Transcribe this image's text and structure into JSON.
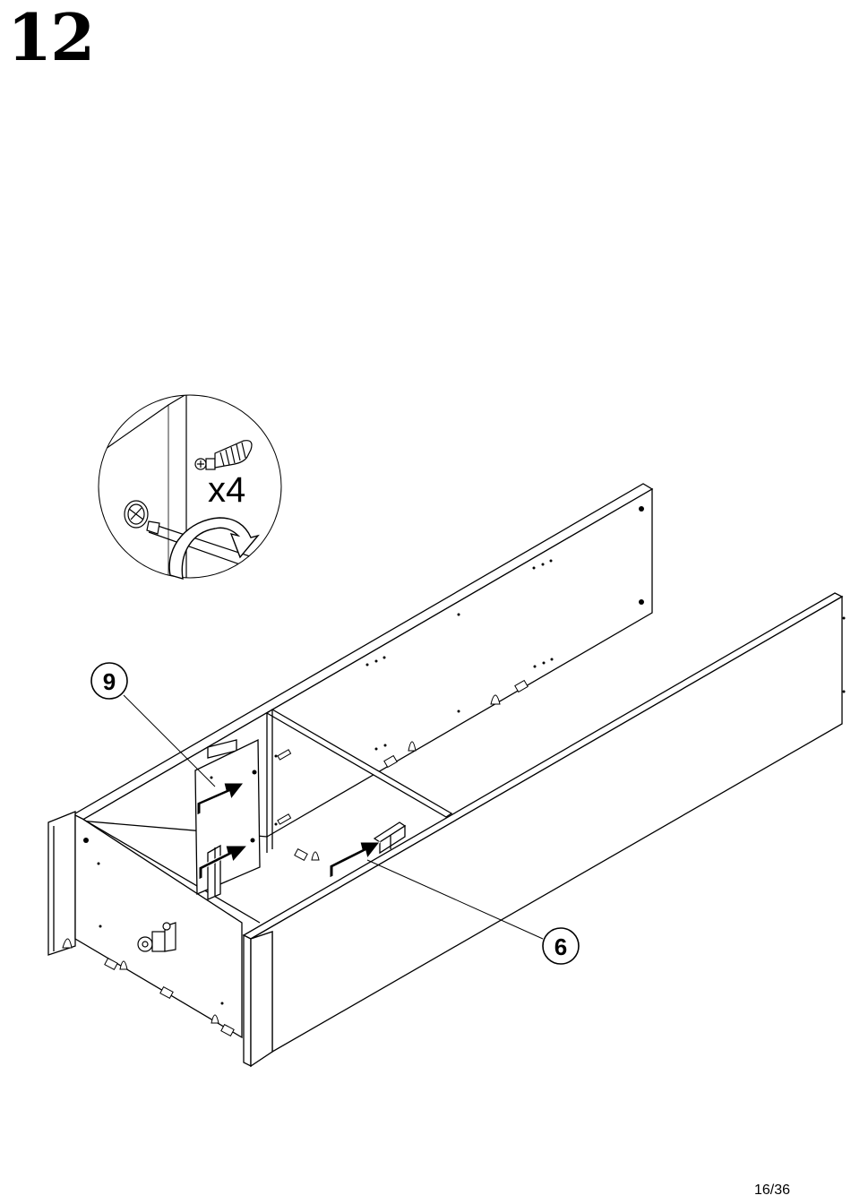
{
  "step": {
    "number": "12"
  },
  "detail": {
    "quantity": "x4"
  },
  "callouts": [
    {
      "label": "9"
    },
    {
      "label": "6"
    }
  ],
  "footer": {
    "page": "16/36"
  },
  "colors": {
    "line": "#000000",
    "background": "#ffffff"
  },
  "icons": [
    "cam-bolt-icon",
    "screwdriver-icon",
    "rotate-arrow-icon",
    "push-arrow-icon"
  ]
}
